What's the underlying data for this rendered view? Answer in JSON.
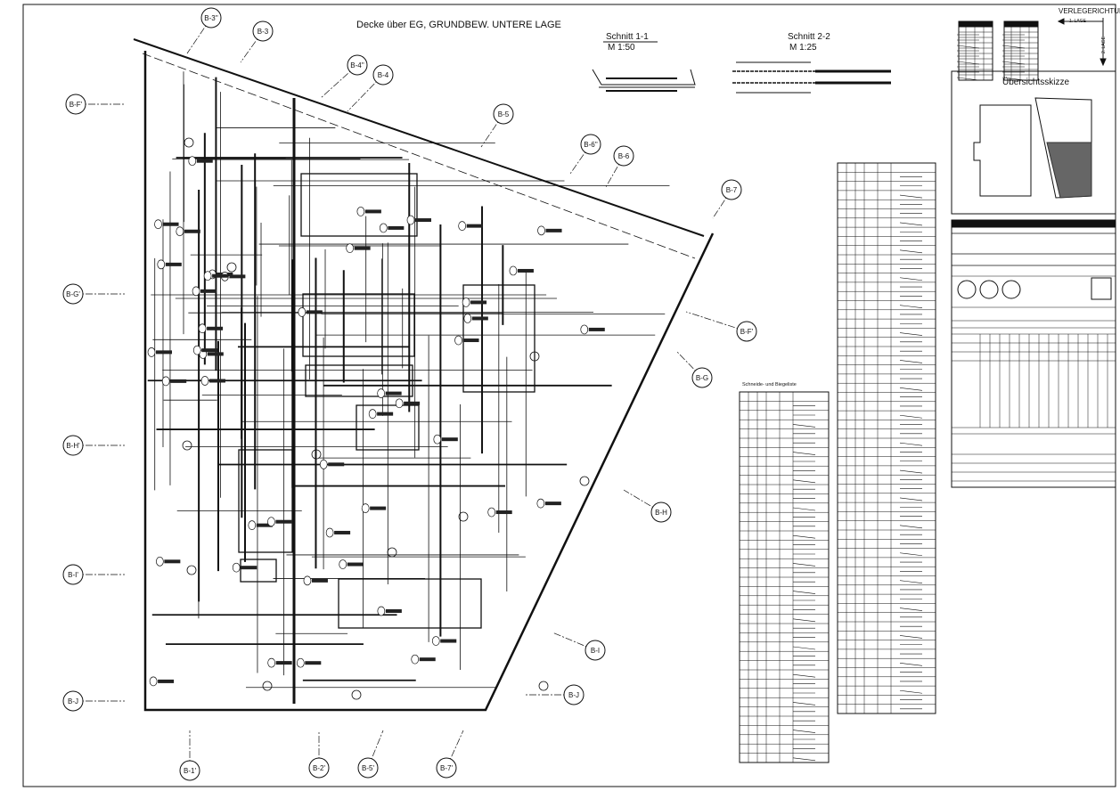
{
  "drawing": {
    "title": "Decke über EG, GRUNDBEW.  UNTERE LAGE",
    "section1": {
      "title": "Schnitt 1-1",
      "scale": "M 1:50"
    },
    "section2": {
      "title": "Schnitt 2-2",
      "scale": "M 1:25"
    },
    "direction": {
      "title": "VERLEGERICHTUNG",
      "layer1": "1. LAGE",
      "layer2": "2. LAGE"
    },
    "overview": {
      "title": "Übersichtsskizze"
    },
    "schedule": {
      "title": "Schneide- und Biegeliste"
    },
    "axes": {
      "left": [
        "B-F'",
        "B-G'",
        "B-H'",
        "B-I'",
        "B-J"
      ],
      "top": [
        "B-3''",
        "B-3",
        "B-4''",
        "B-4",
        "B-5",
        "B-6''",
        "B-6",
        "B-7"
      ],
      "right": [
        "B-F'",
        "B-G",
        "B-H",
        "B-I",
        "B-J"
      ],
      "bottom": [
        "B-1'",
        "B-2'",
        "B-5'",
        "B-7'"
      ]
    }
  }
}
